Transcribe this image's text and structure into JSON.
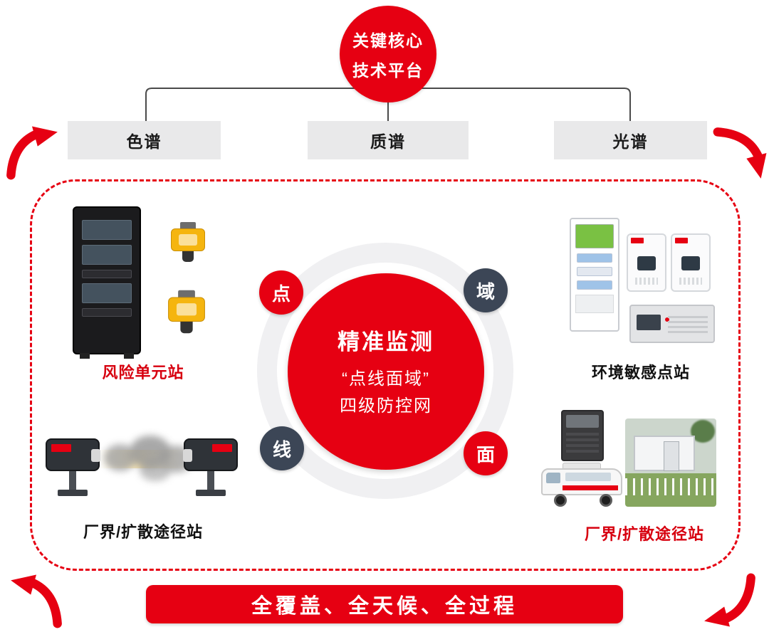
{
  "colors": {
    "primary_red": "#e60012",
    "label_red": "#d7000f",
    "dark_node": "#3c4656",
    "branch_bg": "#e9e9ea",
    "banner_bg": "#e60012"
  },
  "platform": {
    "line1": "关键核心",
    "line2": "技术平台"
  },
  "branches": [
    {
      "label": "色谱"
    },
    {
      "label": "质谱"
    },
    {
      "label": "光谱"
    }
  ],
  "center": {
    "title": "精准监测",
    "subtitle1": "“点线面域”",
    "subtitle2": "四级防控网"
  },
  "nodes": [
    {
      "label": "点"
    },
    {
      "label": "域"
    },
    {
      "label": "线"
    },
    {
      "label": "面"
    }
  ],
  "stations": [
    {
      "label": "风险单元站"
    },
    {
      "label": "环境敏感点站"
    },
    {
      "label": "厂界/扩散途径站"
    },
    {
      "label": "厂界/扩散途径站"
    }
  ],
  "banner": {
    "label": "全覆盖、全天候、全过程"
  }
}
